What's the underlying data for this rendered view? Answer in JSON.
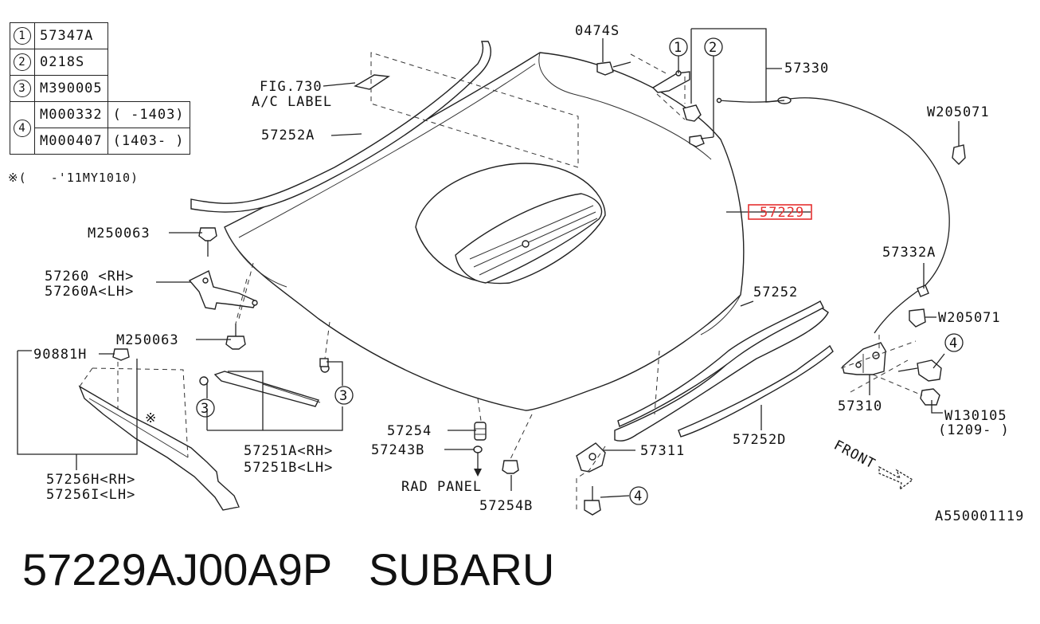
{
  "legend": {
    "rows": [
      {
        "num": "1",
        "code": "57347A",
        "range": ""
      },
      {
        "num": "2",
        "code": "0218S",
        "range": ""
      },
      {
        "num": "3",
        "code": "M390005",
        "range": ""
      },
      {
        "num": "4",
        "code": "M000332",
        "range": "( -1403)"
      },
      {
        "num": "4",
        "code": "M000407",
        "range": "(1403- )"
      }
    ],
    "note": "※(   -'11MY1010)"
  },
  "labels": {
    "p0474s": "0474S",
    "p57330": "57330",
    "fig730": "FIG.730",
    "ac_label": "A/C LABEL",
    "p57252a": "57252A",
    "w205071_top": "W205071",
    "p57229": "57229",
    "m250063_a": "M250063",
    "p57260_rh": "57260 <RH>",
    "p57260a_lh": "57260A<LH>",
    "p57332a": "57332A",
    "p57252": "57252",
    "w205071_mid": "W205071",
    "m250063_b": "M250063",
    "p90881h": "90881H",
    "p57310": "57310",
    "w130105": "W130105",
    "w130105_range": "(1209-  )",
    "p57254": "57254",
    "p57243b": "57243B",
    "p57311": "57311",
    "p57252d": "57252D",
    "p57251a_rh": "57251A<RH>",
    "p57251b_lh": "57251B<LH>",
    "p57256h_rh": "57256H<RH>",
    "p57256i_lh": "57256I<LH>",
    "rad_panel": "RAD PANEL",
    "p57254b": "57254B",
    "front": "FRONT",
    "diagram_id": "A550001119",
    "c1": "1",
    "c2": "2",
    "c3a": "3",
    "c3b": "3",
    "c4a": "4",
    "c4b": "4",
    "note_mark": "※"
  },
  "caption": "57229AJ00A9P   SUBARU",
  "colors": {
    "highlight": "#e53030",
    "line": "#222222"
  }
}
